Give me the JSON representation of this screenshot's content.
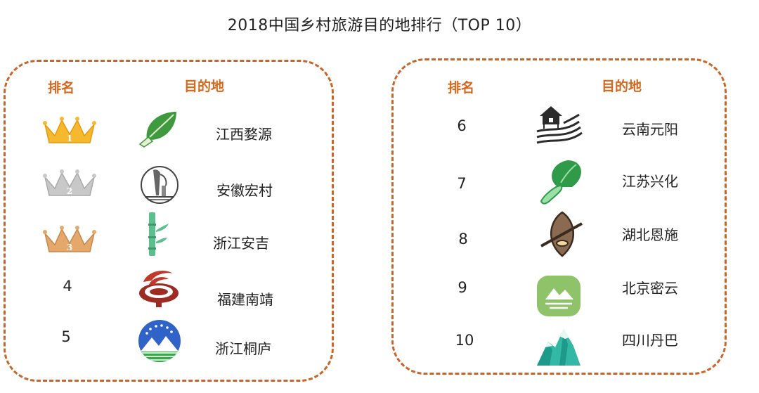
{
  "title": "2018中国乡村旅游目的地排行（TOP 10）",
  "headers": {
    "rank": "排名",
    "destination": "目的地"
  },
  "colors": {
    "accent": "#d2691e",
    "border": "#c8652a",
    "gold": "#f5b82e",
    "silver": "#c8c8c8",
    "bronze": "#e3a86a"
  },
  "left": [
    {
      "rank": "1",
      "name": "江西婺源",
      "badge": "gold-crown",
      "icon": "leaf-icon"
    },
    {
      "rank": "2",
      "name": "安徽宏村",
      "badge": "silver-crown",
      "icon": "landmark-icon"
    },
    {
      "rank": "3",
      "name": "浙江安吉",
      "badge": "bronze-crown",
      "icon": "bamboo-icon"
    },
    {
      "rank": "4",
      "name": "福建南靖",
      "icon": "tulou-icon"
    },
    {
      "rank": "5",
      "name": "浙江桐庐",
      "icon": "mountain-stars-icon"
    }
  ],
  "right": [
    {
      "rank": "6",
      "name": "云南元阳",
      "icon": "terrace-house-icon"
    },
    {
      "rank": "7",
      "name": "江苏兴化",
      "icon": "vegetable-icon"
    },
    {
      "rank": "8",
      "name": "湖北恩施",
      "icon": "boat-icon"
    },
    {
      "rank": "9",
      "name": "北京密云",
      "icon": "mountain-tile-icon"
    },
    {
      "rank": "10",
      "name": "四川丹巴",
      "icon": "peaks-icon"
    }
  ]
}
